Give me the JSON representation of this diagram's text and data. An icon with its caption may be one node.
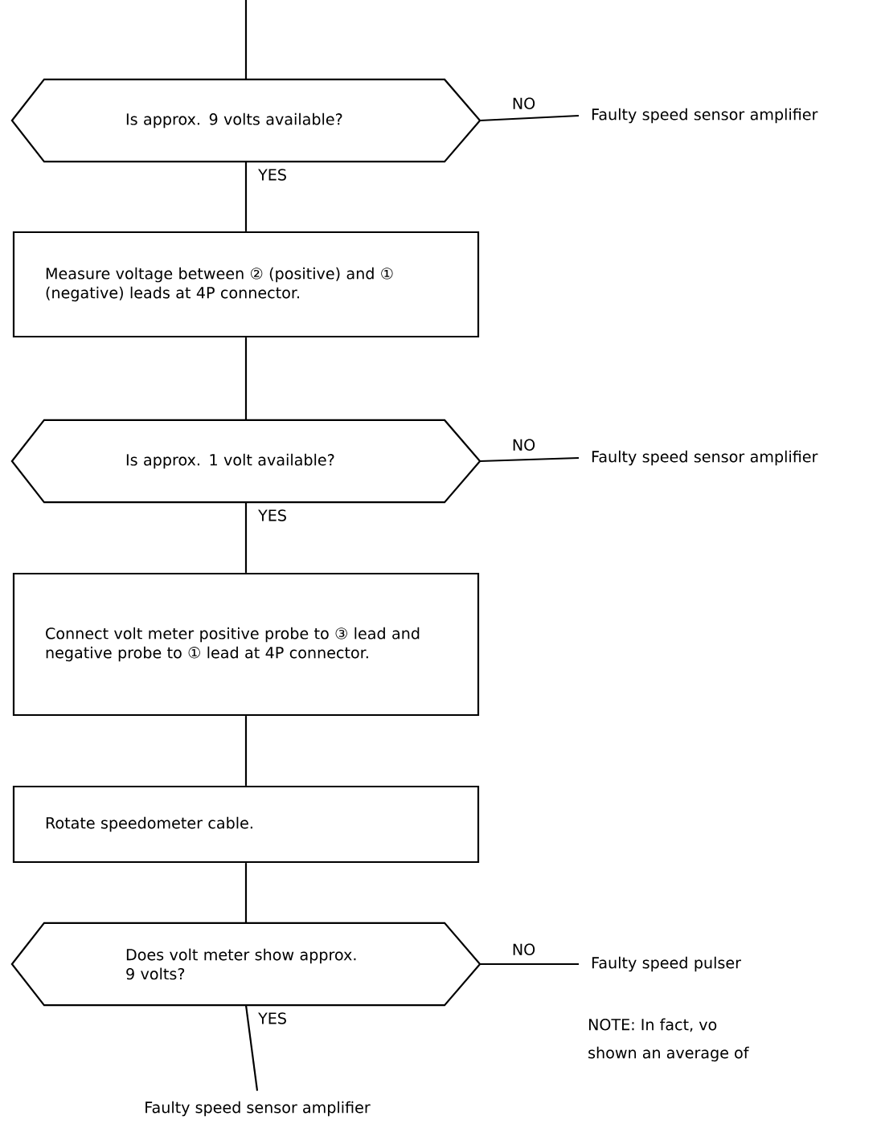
{
  "diagram": {
    "nodes": [
      {
        "text": [
          "Is approx. 9 volts available?"
        ]
      },
      {
        "text": [
          "Faulty speed sensor amplifier"
        ]
      },
      {
        "text": [
          "Measure voltage between ② (positive) and ① (negative) leads at 4P connector."
        ]
      },
      {
        "text": [
          "Is approx. 1 volt available?"
        ]
      },
      {
        "text": [
          "Faulty speed sensor amplifier"
        ]
      },
      {
        "text": [
          "Connect volt meter positive probe to ③ lead and negative probe to ① lead at 4P connector."
        ]
      },
      {
        "text": [
          "Rotate speedometer cable."
        ]
      },
      {
        "text": [
          "Does volt meter show approx. 9 volts?"
        ]
      },
      {
        "text": [
          "Faulty speed pulser"
        ]
      },
      {
        "text": [
          "Faulty speed sensor amplifier"
        ]
      }
    ],
    "edges": [
      {
        "from": null,
        "to": 0,
        "arrow": "none"
      },
      {
        "from": 0,
        "to": 1,
        "arrow": "none",
        "label": "NO"
      },
      {
        "from": 0,
        "to": 2,
        "arrow": "none",
        "label": "YES"
      },
      {
        "from": 2,
        "to": 3,
        "arrow": "none"
      },
      {
        "from": 3,
        "to": 4,
        "arrow": "none",
        "label": "NO"
      },
      {
        "from": 3,
        "to": 5,
        "arrow": "none",
        "label": "YES"
      },
      {
        "from": 5,
        "to": 6,
        "arrow": "none"
      },
      {
        "from": 6,
        "to": 7,
        "arrow": "none"
      },
      {
        "from": 7,
        "to": 8,
        "arrow": "none",
        "label": "NO"
      },
      {
        "from": 7,
        "to": 9,
        "arrow": "none",
        "label": "YES"
      }
    ],
    "labels": [
      "NOTE: In fact, vo",
      "shown an average of"
    ]
  }
}
